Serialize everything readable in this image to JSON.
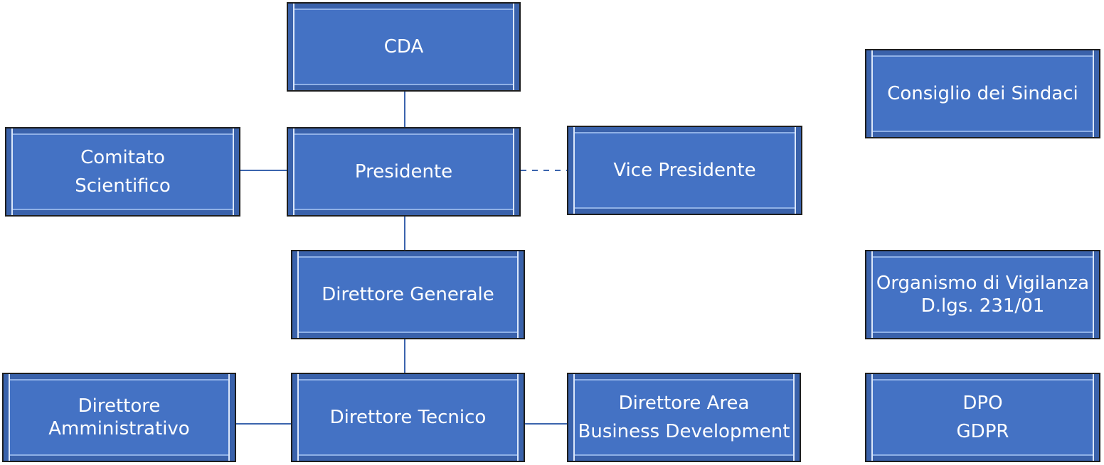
{
  "nodes": {
    "cda": [
      "CDA"
    ],
    "consiglio": [
      "Consiglio dei Sindaci"
    ],
    "comitato": [
      "Comitato",
      "Scientifico"
    ],
    "presidente": [
      "Presidente"
    ],
    "vice": [
      "Vice Presidente"
    ],
    "direttore_generale": [
      "Direttore Generale"
    ],
    "odv": [
      "Organismo di Vigilanza",
      "D.lgs. 231/01"
    ],
    "direttore_amministrativo": [
      "Direttore",
      "Amministrativo"
    ],
    "direttore_tecnico": [
      "Direttore Tecnico"
    ],
    "direttore_area": [
      "Direttore Area",
      "Business Development"
    ],
    "dpo": [
      "DPO",
      "GDPR"
    ]
  },
  "connectors": [
    {
      "from": "cda",
      "to": "presidente",
      "style": "solid"
    },
    {
      "from": "comitato",
      "to": "presidente",
      "style": "solid"
    },
    {
      "from": "presidente",
      "to": "vice",
      "style": "dashed"
    },
    {
      "from": "presidente",
      "to": "direttore_generale",
      "style": "solid"
    },
    {
      "from": "direttore_generale",
      "to": "direttore_tecnico",
      "style": "solid"
    },
    {
      "from": "direttore_amministrativo",
      "to": "direttore_tecnico",
      "style": "solid"
    },
    {
      "from": "direttore_tecnico",
      "to": "direttore_area",
      "style": "solid"
    }
  ],
  "colors": {
    "box_fill": "#4472C4",
    "box_border": "#1e1e1e",
    "text": "#ffffff",
    "connector": "#3b64ad"
  }
}
